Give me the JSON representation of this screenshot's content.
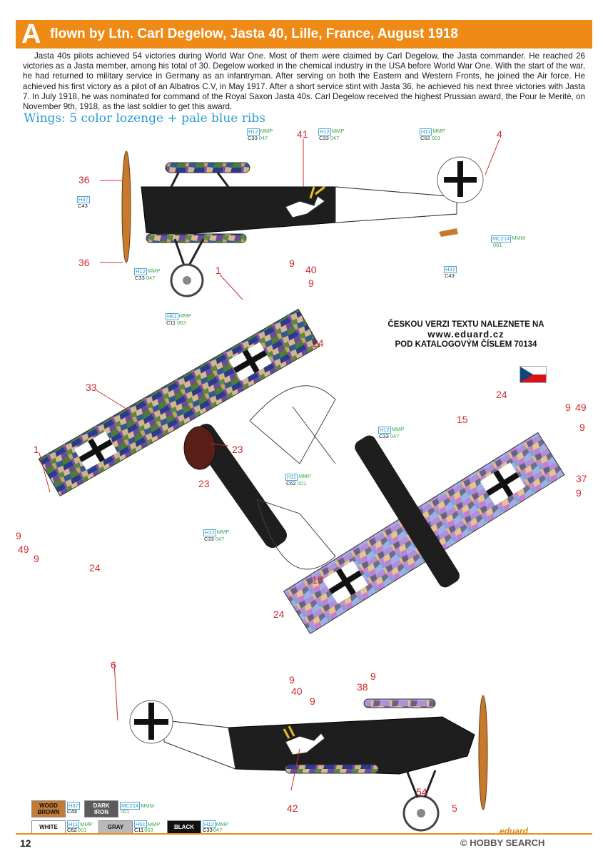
{
  "header": {
    "letter": "A",
    "title": "flown by Ltn. Carl Degelow, Jasta 40, Lille, France, August 1918"
  },
  "bio": "Jasta 40s pilots achieved 54 victories during World War One. Most of them were claimed by Carl Degelow, the Jasta commander. He reached 26 victories as a Jasta member, among his total of 30. Degelow worked in the chemical industry in the USA before World War One. With the start of the war, he had returned to military service in Germany as an infantryman. After serving on both the Eastern and Western Fronts, he joined the Air force. He achieved his first victory as a pilot of an Albatros C.V, in May 1917. After a short service stint with Jasta 36, he achieved his next three victories with Jasta 7. In July 1918, he was nominated for command of the Royal Saxon Jasta 40s. Carl Degelow received the highest Prussian award, the Pour le Merité, on November 9th, 1918, as the last soldier to get this award.",
  "wings_note": "Wings: 5 color lozenge + pale blue ribs",
  "czech": {
    "line1": "ČESKOU VERZI TEXTU NALEZNETE NA",
    "line2": "www.eduard.cz",
    "line3": "POD KATALOGOVÝM ČÍSLEM 70134"
  },
  "callouts": {
    "c1": "36",
    "c2": "36",
    "c3": "41",
    "c4": "4",
    "c5": "1",
    "c6": "9",
    "c7": "40",
    "c8": "9",
    "c9": "24",
    "c10": "33",
    "c11": "23",
    "c12": "23",
    "c13": "1",
    "c14": "9",
    "c15": "49",
    "c16": "9",
    "c17": "24",
    "c18": "24",
    "c19": "9",
    "c20": "49",
    "c21": "9",
    "c22": "15",
    "c23": "37",
    "c24": "9",
    "c25": "15",
    "c26": "24",
    "c27": "9",
    "c28": "40",
    "c29": "9",
    "c30": "38",
    "c31": "9",
    "c32": "6",
    "c33": "54",
    "c34": "42",
    "c35": "5"
  },
  "paint_codes": {
    "p1": {
      "top": "H12",
      "mmp": "MMP",
      "code": "C33",
      "num": "047"
    },
    "p2": {
      "top": "H12",
      "mmp": "MMP",
      "code": "C33",
      "num": "047"
    },
    "p3": {
      "top": "H11",
      "mmp": "MMP",
      "code": "C62",
      "num": "001"
    },
    "p4": {
      "top": "H37",
      "mmp": "",
      "code": "C43",
      "num": ""
    },
    "p5": {
      "top": "MC214",
      "mmp": "MMM",
      "code": "",
      "num": "001"
    },
    "p6": {
      "top": "H37",
      "mmp": "",
      "code": "C43",
      "num": ""
    },
    "p7": {
      "top": "H12",
      "mmp": "MMP",
      "code": "C33",
      "num": "047"
    },
    "p8": {
      "top": "H51",
      "mmp": "MMP",
      "code": "C11",
      "num": "063"
    },
    "p9": {
      "top": "H12",
      "mmp": "MMP",
      "code": "C33",
      "num": "047"
    },
    "p10": {
      "top": "H11",
      "mmp": "MMP",
      "code": "C62",
      "num": "001"
    },
    "p11": {
      "top": "H12",
      "mmp": "MMP",
      "code": "C33",
      "num": "047"
    }
  },
  "legend": [
    {
      "label": "WOOD BROWN",
      "bg": "#c27a35",
      "fg": "#111111",
      "top": "H37",
      "mmp": "",
      "code": "C43",
      "num": ""
    },
    {
      "label": "DARK IRON",
      "bg": "#5b5b5b",
      "fg": "#ffffff",
      "top": "MC214",
      "mmp": "MMM",
      "code": "",
      "num": "001"
    },
    {
      "label": "WHITE",
      "bg": "#ffffff",
      "fg": "#111111",
      "top": "H11",
      "mmp": "MMP",
      "code": "C62",
      "num": "001"
    },
    {
      "label": "GRAY",
      "bg": "#b9b9b9",
      "fg": "#111111",
      "top": "H51",
      "mmp": "MMP",
      "code": "C11",
      "num": "063"
    },
    {
      "label": "BLACK",
      "bg": "#111111",
      "fg": "#ffffff",
      "top": "H12",
      "mmp": "MMP",
      "code": "C33",
      "num": "047"
    }
  ],
  "footer": {
    "page": "12",
    "brand": "eduard",
    "watermark": "© HOBBY SEARCH"
  },
  "colors": {
    "accent": "#ef8a16",
    "callout": "#d3282d",
    "fuselage": "#1e1e1e",
    "wing_note": "#2b9bd6"
  }
}
